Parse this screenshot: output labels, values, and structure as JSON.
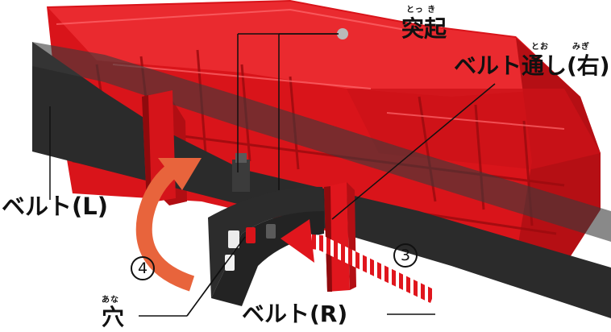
{
  "labels": {
    "protrusion": {
      "text": "突起",
      "ruby": "とっ き"
    },
    "belt_loop_right": {
      "text": "ベルト通し(右)",
      "ruby_kan": "とお",
      "ruby_right": "みぎ"
    },
    "belt_left": {
      "text": "ベルト(L)"
    },
    "belt_right": {
      "text": "ベルト(R)"
    },
    "hole": {
      "text": "穴",
      "ruby": "あな"
    }
  },
  "steps": {
    "step3": "3",
    "step4": "4"
  },
  "colors": {
    "case_red": "#e4161c",
    "case_dark_red": "#a40d10",
    "belt": "#2a2a2a",
    "arrow_orange": "#e8643c",
    "arrow_red": "#e0161d",
    "leader_line": "#111111"
  },
  "icons": {
    "rotate_arrow": "curved-arrow-icon",
    "slide_arrow": "striped-arrow-icon"
  }
}
